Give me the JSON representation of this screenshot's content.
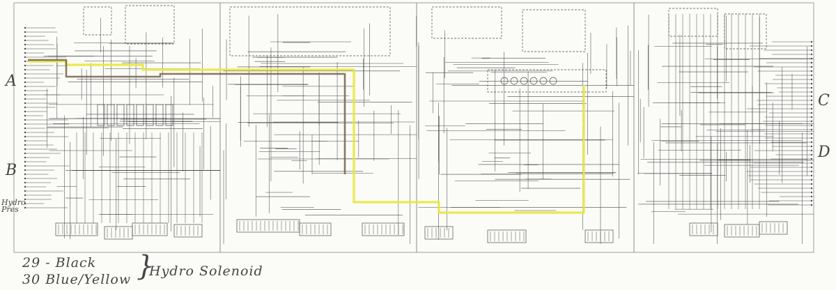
{
  "margin_letters": {
    "left_top": "A",
    "left_bottom": "B",
    "right_top": "C",
    "right_bottom": "D"
  },
  "notes": {
    "wire29": "29 - Black",
    "wire30": "30 Blue/Yellow",
    "brace": "}",
    "label": "Hydro Solenoid",
    "left_margin": "Hydro Pres"
  },
  "highlight_colors": {
    "yellow": "#e8e83a",
    "brown": "#7a6a52",
    "line": "#4a4a4a"
  }
}
